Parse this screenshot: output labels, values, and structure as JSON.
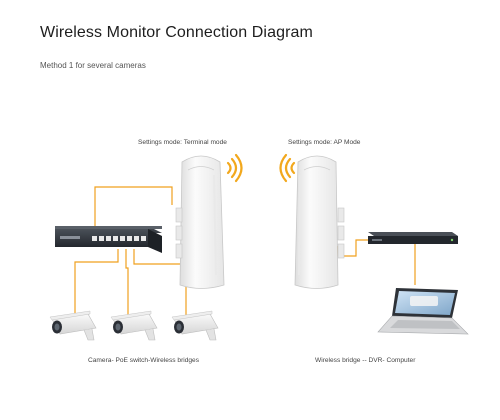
{
  "header": {
    "title": "Wireless Monitor Connection Diagram",
    "subtitle": "Method 1 for several cameras"
  },
  "captions": {
    "left_mode": "Settings mode: Terminal mode",
    "right_mode": "Settings mode: AP Mode",
    "left_bottom": "Camera- PoE switch-Wireless bridges",
    "right_bottom": "Wireless bridge -- DVR- Computer"
  },
  "colors": {
    "cable": "#f0a11f",
    "signal": "#f2a81d",
    "device_white": "#f4f4f4",
    "device_dark": "#2b2f36"
  },
  "icons": {
    "bridge": "outdoor-wireless-bridge-icon",
    "switch": "poe-switch-icon",
    "camera": "cctv-camera-icon",
    "dvr": "dvr-recorder-icon",
    "laptop": "laptop-icon",
    "signal": "wifi-signal-icon"
  }
}
